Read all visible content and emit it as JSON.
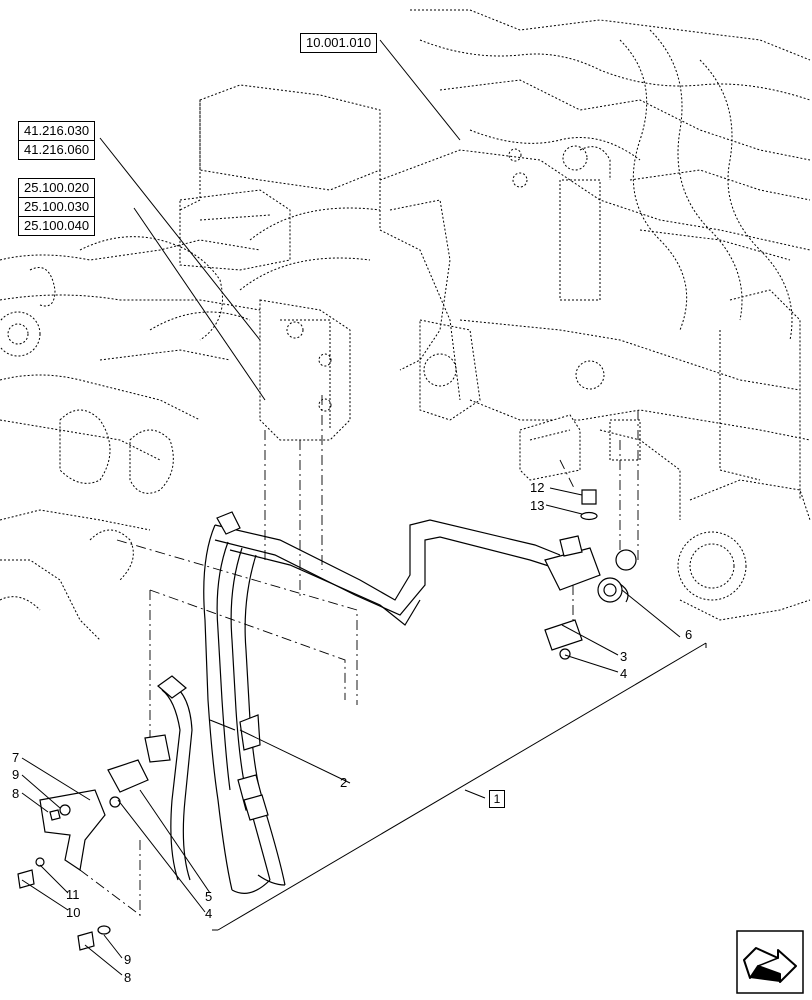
{
  "references": {
    "engine": "10.001.010",
    "r1": "41.216.030",
    "r2": "41.216.060",
    "r3": "25.100.020",
    "r4": "25.100.030",
    "r5": "25.100.040"
  },
  "callouts": {
    "c1": "1",
    "c2": "2",
    "c3": "3",
    "c4a": "4",
    "c4b": "4",
    "c5": "5",
    "c6": "6",
    "c7": "7",
    "c8a": "8",
    "c8b": "8",
    "c9a": "9",
    "c9b": "9",
    "c10": "10",
    "c11": "11",
    "c12": "12",
    "c13": "13"
  },
  "icons": {
    "nav": "next-page-arrow-icon"
  }
}
